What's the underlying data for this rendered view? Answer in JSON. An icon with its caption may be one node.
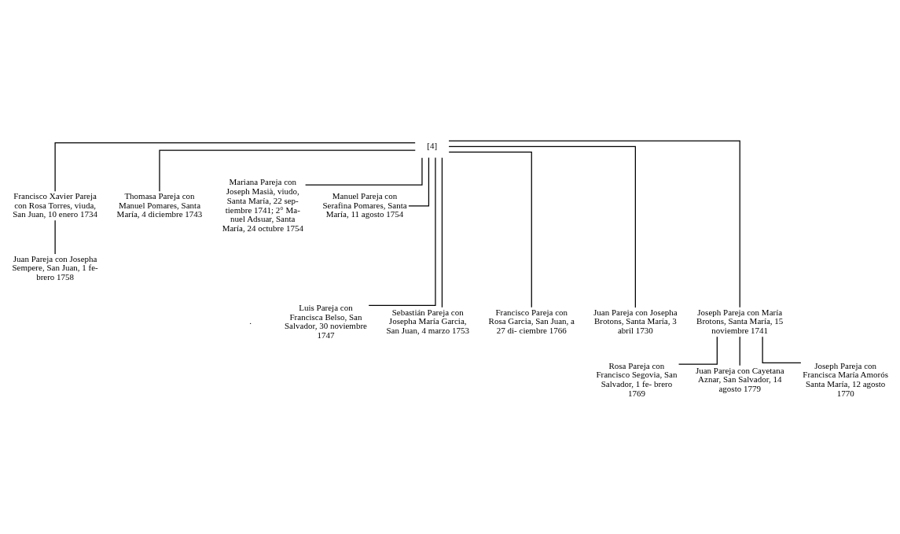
{
  "diagram": {
    "nodes": [
      {
        "text": [
          "[4]"
        ]
      },
      {
        "text": [
          "Francisco Xavier Pareja con Rosa Torres, viuda, San Juan, 10 enero 1734"
        ]
      },
      {
        "text": [
          "Thomasa Pareja con Manuel Pomares, Santa María, 4 diciembre 1743"
        ]
      },
      {
        "text": [
          "Mariana Pareja con Joseph Masià, viudo, Santa María, 22 sep- tiembre 1741; 2° Ma- nuel Adsuar, Santa María, 24 octubre 1754"
        ]
      },
      {
        "text": [
          "Manuel Pareja con Serafina Pomares, Santa María, 11 agosto 1754"
        ]
      },
      {
        "text": [
          "Juan Pareja con Josepha Sempere, San Juan, 1 fe- brero 1758"
        ]
      },
      {
        "text": [
          "Luis Pareja con Francisca Belso, San Salvador, 30 noviembre 1747"
        ]
      },
      {
        "text": [
          "Sebastián Pareja con Josepha María Garcia, San Juan, 4 marzo 1753"
        ]
      },
      {
        "text": [
          "Francisco Pareja con Rosa Garcia, San Juan, a 27 di- ciembre 1766"
        ]
      },
      {
        "text": [
          "Juan Pareja con Josepha Brotons, Santa María, 3 abril 1730"
        ]
      },
      {
        "text": [
          "Joseph Pareja con María Brotons, Santa María, 15 noviembre 1741"
        ]
      },
      {
        "text": [
          "Rosa Pareja con Francisco Segovia, San Salvador, 1 fe- brero 1769"
        ]
      },
      {
        "text": [
          "Juan Pareja con Cayetana Aznar, San Salvador, 14 agosto 1779"
        ]
      },
      {
        "text": [
          "Joseph Pareja con Francisca María Amorós Santa María, 12 agosto 1770"
        ]
      }
    ],
    "edges": [
      {
        "from": 0,
        "to": 1,
        "arrow": "none"
      },
      {
        "from": 0,
        "to": 2,
        "arrow": "none"
      },
      {
        "from": 0,
        "to": 3,
        "arrow": "none"
      },
      {
        "from": 0,
        "to": 4,
        "arrow": "none"
      },
      {
        "from": 1,
        "to": 5,
        "arrow": "none"
      },
      {
        "from": 0,
        "to": 6,
        "arrow": "none"
      },
      {
        "from": 0,
        "to": 7,
        "arrow": "none"
      },
      {
        "from": 0,
        "to": 8,
        "arrow": "none"
      },
      {
        "from": 0,
        "to": 9,
        "arrow": "none"
      },
      {
        "from": 0,
        "to": 10,
        "arrow": "none"
      },
      {
        "from": 10,
        "to": 11,
        "arrow": "none"
      },
      {
        "from": 10,
        "to": 12,
        "arrow": "none"
      },
      {
        "from": 10,
        "to": 13,
        "arrow": "none"
      }
    ],
    "labels": [
      "."
    ]
  }
}
